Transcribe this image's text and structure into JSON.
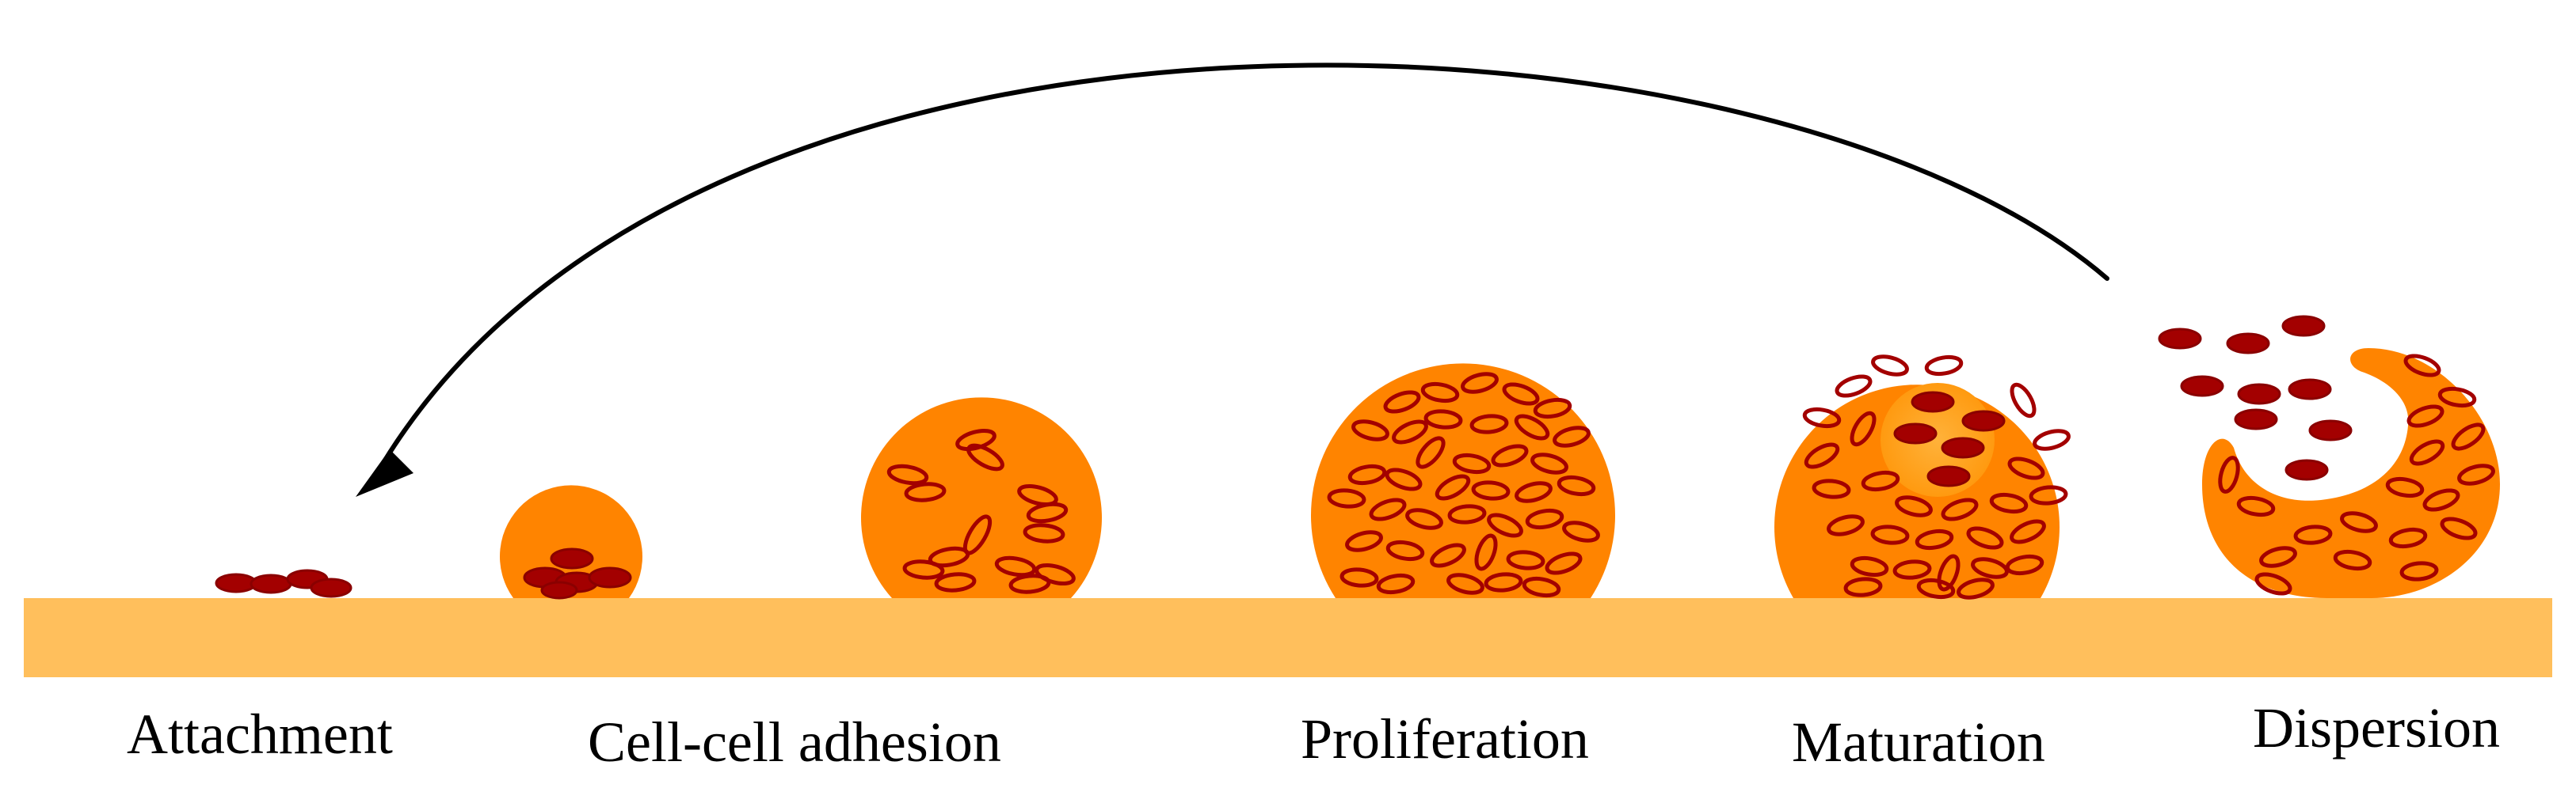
{
  "labels": {
    "attachment": "Attachment",
    "adhesion": "Cell-cell adhesion",
    "proliferation": "Proliferation",
    "maturation": "Maturation",
    "dispersion": "Dispersion"
  },
  "colors": {
    "substrate": "#ffbf5c",
    "matrix": "#ff8400",
    "cell": "#a30000",
    "cell_dark": "#8a0000",
    "arrow": "#000000",
    "label": "#000000"
  }
}
